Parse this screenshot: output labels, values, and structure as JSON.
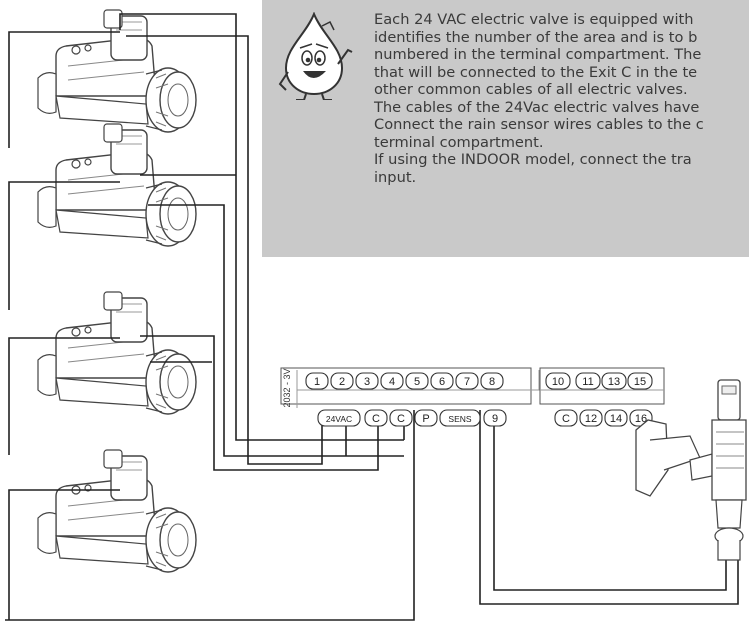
{
  "info_box": {
    "lines": [
      "Each 24 VAC electric valve is equipped with",
      "identifies the number of the area and is to b",
      "numbered in the terminal compartment. The",
      "that will be connected to the Exit C in the te",
      "other common cables of all electric valves.",
      "The cables of the 24Vac electric valves have",
      "Connect the rain sensor wires cables to the c",
      "terminal compartment.",
      "If using the INDOOR model, connect the tra",
      "input."
    ]
  },
  "terminal_block": {
    "model_label": "2032 - 3V",
    "top_row": [
      "1",
      "2",
      "3",
      "4",
      "5",
      "6",
      "7",
      "8"
    ],
    "top_row_right": [
      "10",
      "11",
      "13",
      "15"
    ],
    "bottom_row": [
      "24VAC",
      "C",
      "C",
      "P",
      "SENS",
      "9"
    ],
    "bottom_row_right": [
      "C",
      "12",
      "14",
      "16"
    ]
  },
  "colors": {
    "info_background": "#c9c9c9",
    "wire": "#222222",
    "text": "#3a3a3a"
  },
  "icons": [
    "water-drop-mascot-icon",
    "solenoid-valve-icon",
    "rain-sensor-icon"
  ]
}
